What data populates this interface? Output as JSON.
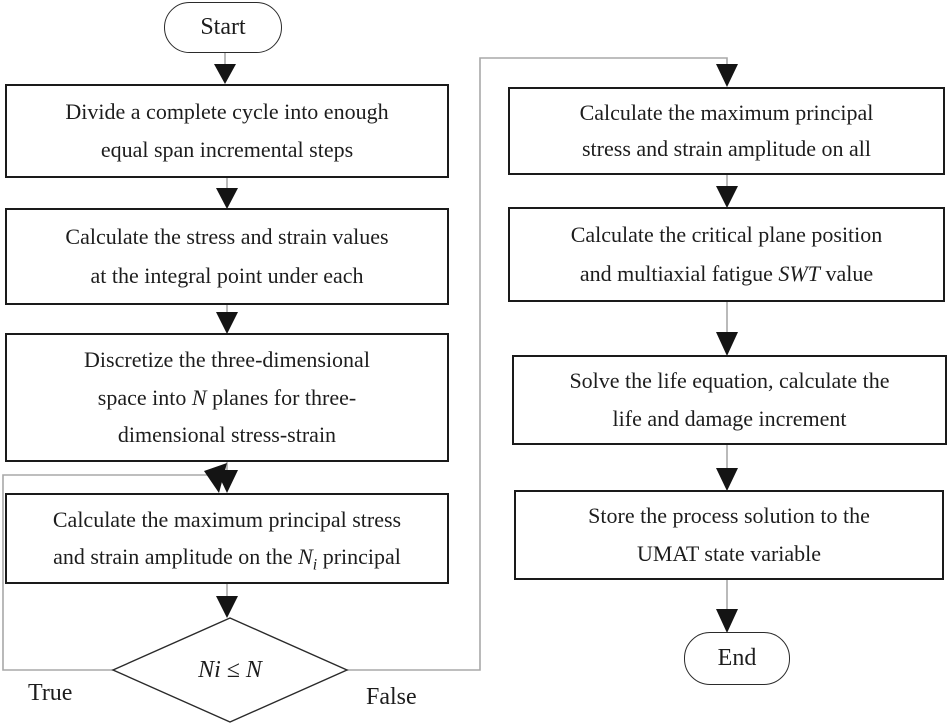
{
  "palette": {
    "border": "#1a1a1a",
    "wire": "#a8a8a8",
    "arrow": "#141414",
    "text": "#1d1d1d",
    "bg": "#ffffff"
  },
  "nodes": {
    "start": {
      "label": "Start"
    },
    "divide": {
      "lines": [
        [
          {
            "t": "Divide a complete cycle into enough"
          }
        ],
        [
          {
            "t": "equal span incremental steps"
          }
        ]
      ]
    },
    "stress_values": {
      "lines": [
        [
          {
            "t": "Calculate the stress and strain values"
          }
        ],
        [
          {
            "t": "at the integral point under each"
          }
        ]
      ]
    },
    "discretize": {
      "lines": [
        [
          {
            "t": "Discretize the three-dimensional"
          }
        ],
        [
          {
            "t": "space into "
          },
          {
            "t": "N",
            "i": true
          },
          {
            "t": " planes for three-"
          }
        ],
        [
          {
            "t": "dimensional stress-strain"
          }
        ]
      ]
    },
    "principal_ni": {
      "lines": [
        [
          {
            "t": "Calculate the maximum principal stress"
          }
        ],
        [
          {
            "t": "and strain amplitude on the "
          },
          {
            "t": "N",
            "i": true
          },
          {
            "t": "i",
            "i": true,
            "sub": true
          },
          {
            "t": " principal"
          }
        ]
      ]
    },
    "decision": {
      "label": "Ni ≤ N"
    },
    "max_all": {
      "lines": [
        [
          {
            "t": "Calculate the maximum principal"
          }
        ],
        [
          {
            "t": "stress and strain amplitude on all"
          }
        ]
      ]
    },
    "critical_plane": {
      "lines": [
        [
          {
            "t": "Calculate the critical plane position"
          }
        ],
        [
          {
            "t": "and multiaxial fatigue "
          },
          {
            "t": "SWT",
            "i": true
          },
          {
            "t": " value"
          }
        ]
      ]
    },
    "solve_life": {
      "lines": [
        [
          {
            "t": "Solve the life equation, calculate the"
          }
        ],
        [
          {
            "t": "life and damage increment"
          }
        ]
      ]
    },
    "store": {
      "lines": [
        [
          {
            "t": "Store the process solution to the"
          }
        ],
        [
          {
            "t": "UMAT state variable"
          }
        ]
      ]
    },
    "end": {
      "label": "End"
    }
  },
  "edges": {
    "true_label": "True",
    "false_label": "False"
  }
}
